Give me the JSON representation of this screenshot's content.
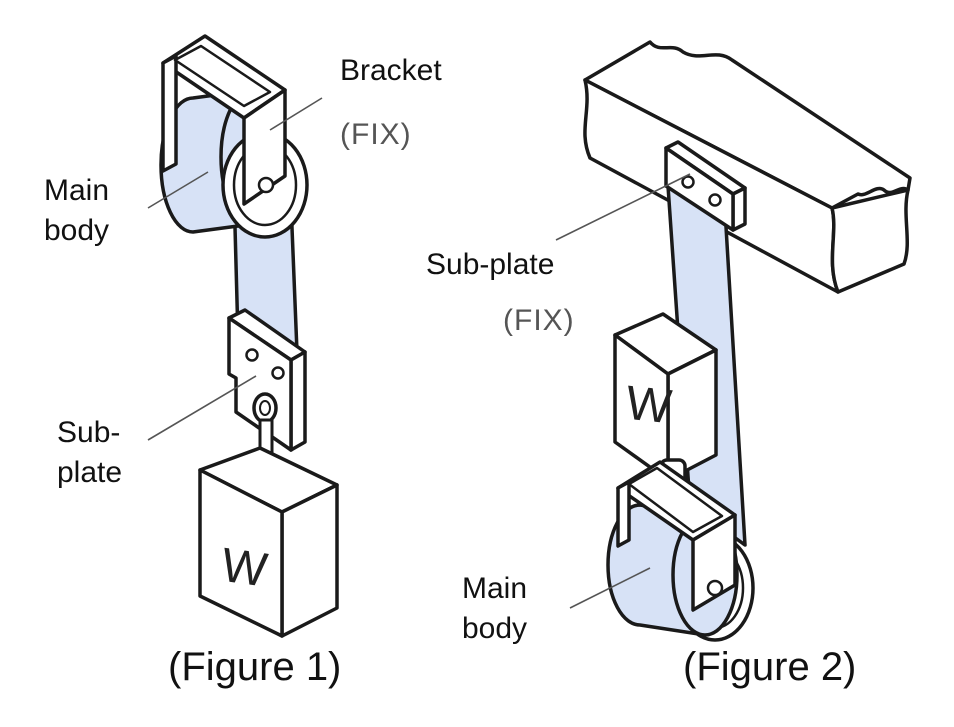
{
  "figure1": {
    "caption": "(Figure 1)",
    "bracket_label": "Bracket",
    "fix_label": "(FIX)",
    "main_body_label": [
      "Main",
      "body"
    ],
    "sub_plate_label": [
      "Sub-",
      "plate"
    ],
    "weight_label": "W"
  },
  "figure2": {
    "caption": "(Figure 2)",
    "sub_plate_label": "Sub-plate",
    "fix_label": "(FIX)",
    "main_body_label": [
      "Main",
      "body"
    ],
    "weight_label": "W"
  },
  "colors": {
    "outline": "#1a1a1a",
    "tape_fill": "#d7e2f6",
    "white": "#ffffff",
    "leader": "#555555"
  }
}
